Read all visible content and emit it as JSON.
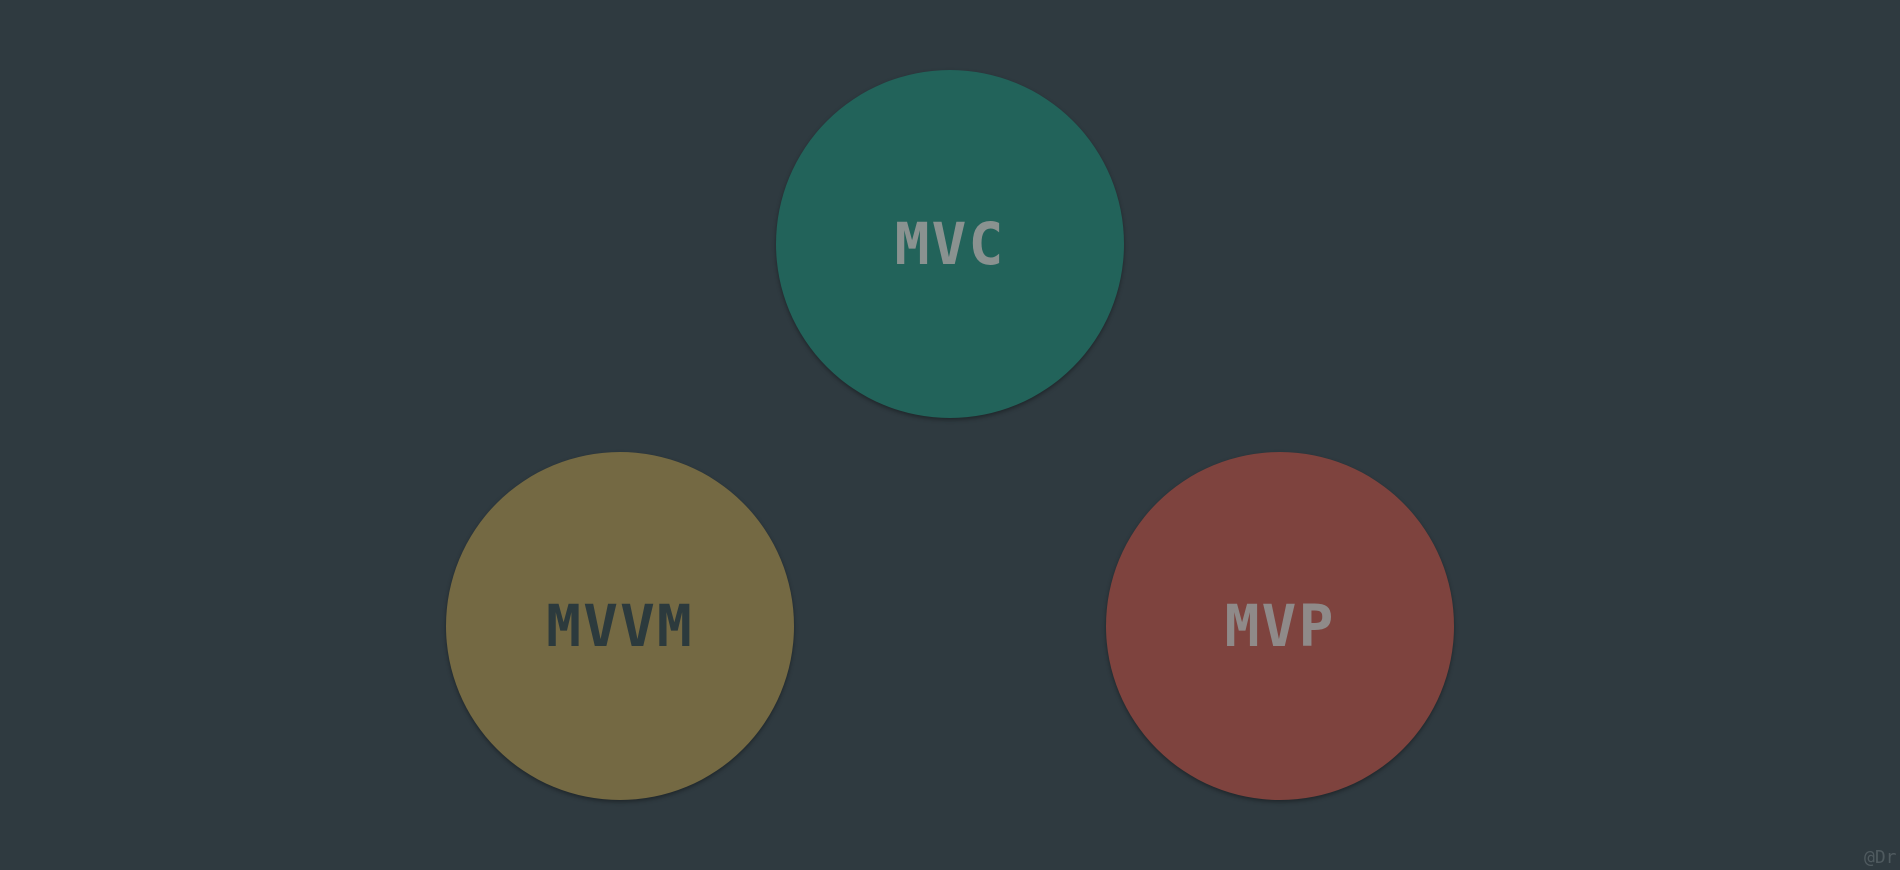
{
  "diagram": {
    "nodes": [
      {
        "id": "mvc",
        "label": "MVC",
        "color": "#22635a"
      },
      {
        "id": "mvvm",
        "label": "MVVM",
        "color": "#746943"
      },
      {
        "id": "mvp",
        "label": "MVP",
        "color": "#7e433e"
      }
    ],
    "background_color": "#2f3a40"
  },
  "watermark": "@Dr"
}
